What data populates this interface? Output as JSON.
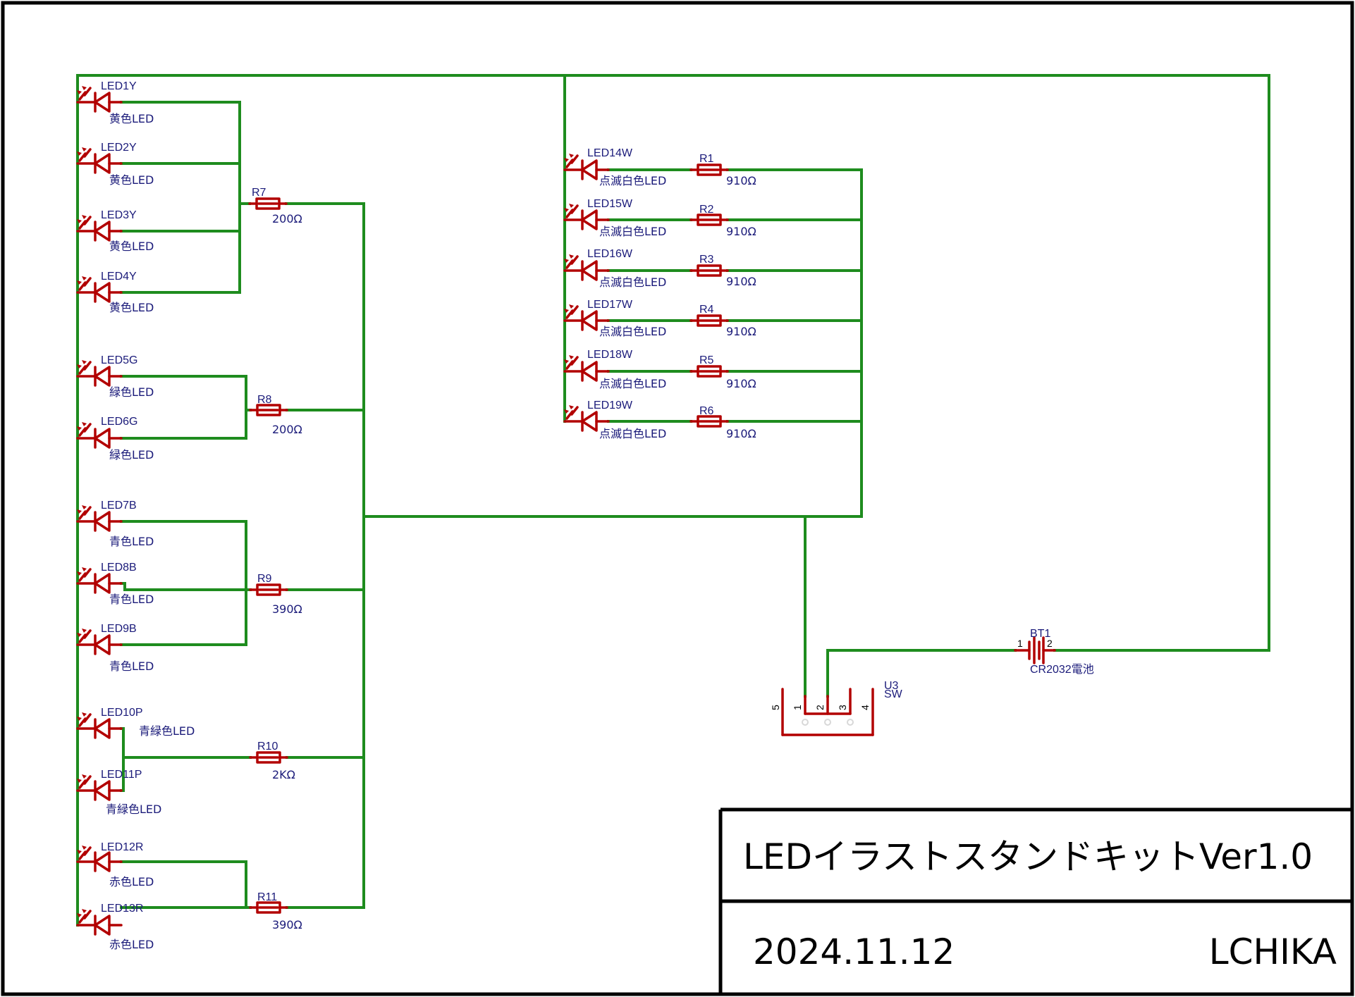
{
  "title_block": {
    "title": "LEDイラストスタンドキットVer1.0",
    "date": "2024.11.12",
    "author": "LCHIKA"
  },
  "colors": {
    "wire": "#1e8c1e",
    "component": "#b20000",
    "label": "#1b1b7a",
    "frame": "#000000"
  },
  "leds_left": [
    {
      "ref": "LED1Y",
      "value": "黄色LED"
    },
    {
      "ref": "LED2Y",
      "value": "黄色LED"
    },
    {
      "ref": "LED3Y",
      "value": "黄色LED"
    },
    {
      "ref": "LED4Y",
      "value": "黄色LED"
    },
    {
      "ref": "LED5G",
      "value": "緑色LED"
    },
    {
      "ref": "LED6G",
      "value": "緑色LED"
    },
    {
      "ref": "LED7B",
      "value": "青色LED"
    },
    {
      "ref": "LED8B",
      "value": "青色LED"
    },
    {
      "ref": "LED9B",
      "value": "青色LED"
    },
    {
      "ref": "LED10P",
      "value": "青緑色LED"
    },
    {
      "ref": "LED11P",
      "value": "青緑色LED"
    },
    {
      "ref": "LED12R",
      "value": "赤色LED"
    },
    {
      "ref": "LED13R",
      "value": "赤色LED"
    }
  ],
  "resistors_left": [
    {
      "ref": "R7",
      "value": "200Ω"
    },
    {
      "ref": "R8",
      "value": "200Ω"
    },
    {
      "ref": "R9",
      "value": "390Ω"
    },
    {
      "ref": "R10",
      "value": "2KΩ"
    },
    {
      "ref": "R11",
      "value": "390Ω"
    }
  ],
  "blink_channels": [
    {
      "led": "LED14W",
      "led_value": "点滅白色LED",
      "res": "R1",
      "res_value": "910Ω"
    },
    {
      "led": "LED15W",
      "led_value": "点滅白色LED",
      "res": "R2",
      "res_value": "910Ω"
    },
    {
      "led": "LED16W",
      "led_value": "点滅白色LED",
      "res": "R3",
      "res_value": "910Ω"
    },
    {
      "led": "LED17W",
      "led_value": "点滅白色LED",
      "res": "R4",
      "res_value": "910Ω"
    },
    {
      "led": "LED18W",
      "led_value": "点滅白色LED",
      "res": "R5",
      "res_value": "910Ω"
    },
    {
      "led": "LED19W",
      "led_value": "点滅白色LED",
      "res": "R6",
      "res_value": "910Ω"
    }
  ],
  "battery": {
    "ref": "BT1",
    "value": "CR2032電池",
    "pin1": "1",
    "pin2": "2"
  },
  "switch": {
    "ref": "U3",
    "value": "SW",
    "pins": [
      "1",
      "2",
      "3",
      "4",
      "5"
    ]
  }
}
